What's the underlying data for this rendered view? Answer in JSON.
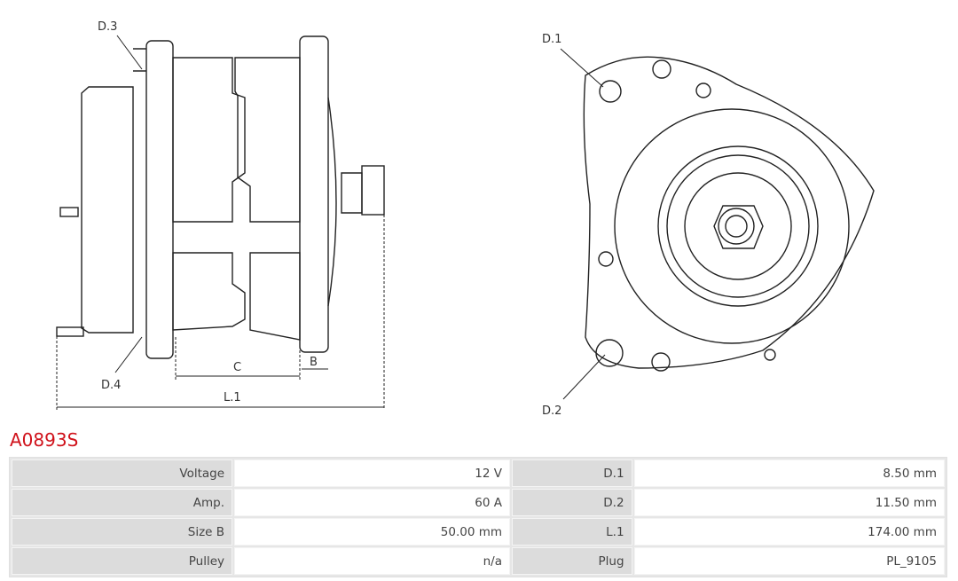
{
  "drawing": {
    "labels": {
      "d3": "D.3",
      "d4": "D.4",
      "c": "C",
      "b": "B",
      "l1": "L.1",
      "d1": "D.1",
      "d2": "D.2"
    }
  },
  "product": {
    "code": "A0893S",
    "accent": "#d0121b"
  },
  "specs": [
    {
      "k1": "Voltage",
      "v1": "12 V",
      "k2": "D.1",
      "v2": "8.50 mm"
    },
    {
      "k1": "Amp.",
      "v1": "60 A",
      "k2": "D.2",
      "v2": "11.50 mm"
    },
    {
      "k1": "Size B",
      "v1": "50.00 mm",
      "k2": "L.1",
      "v2": "174.00 mm"
    },
    {
      "k1": "Pulley",
      "v1": "n/a",
      "k2": "Plug",
      "v2": "PL_9105"
    }
  ]
}
